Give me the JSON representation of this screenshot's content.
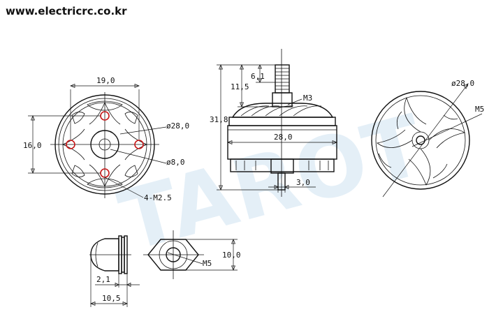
{
  "header": {
    "url": "www.electricrc.co.kr"
  },
  "watermark": {
    "text": "TAROT",
    "color": "#cfe3f2"
  },
  "colors": {
    "line": "#111111",
    "mount_holes": "#c81818"
  },
  "front_view": {
    "width_label": "19,0",
    "height_label": "16,0",
    "outer_diameter_label": "ø28,0",
    "inner_diameter_label": "ø8,0",
    "screw_label": "4-M2.5"
  },
  "side_view": {
    "total_height_label": "31,8",
    "shaft_height_label": "11,5",
    "thread_length_label": "6,1",
    "thread_label": "M3",
    "body_width_label": "28,0",
    "base_shaft_label": "3,0"
  },
  "top_view": {
    "diameter_label": "ø28,0",
    "shaft_label": "M5"
  },
  "nut_side": {
    "width_label": "10,5",
    "lip_label": "2,1"
  },
  "nut_front": {
    "height_label": "10,0",
    "thread_label": "M5"
  }
}
